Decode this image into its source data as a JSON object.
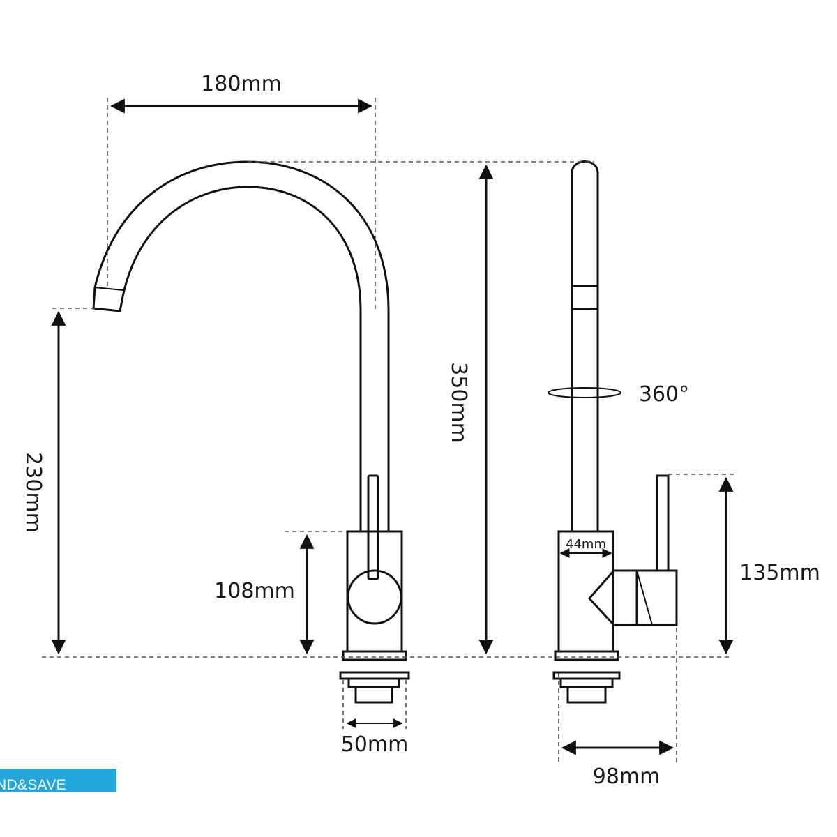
{
  "dimensions": {
    "spout_reach": "180mm",
    "total_height": "350mm",
    "spout_height": "230mm",
    "body_height": "108mm",
    "base_diameter": "50mm",
    "body_width": "44mm",
    "handle_height": "135mm",
    "depth": "98mm",
    "rotation": "360°"
  },
  "badge": {
    "text": "ND&SAVE"
  },
  "colors": {
    "line": "#111111",
    "badge": "#22a6db"
  }
}
